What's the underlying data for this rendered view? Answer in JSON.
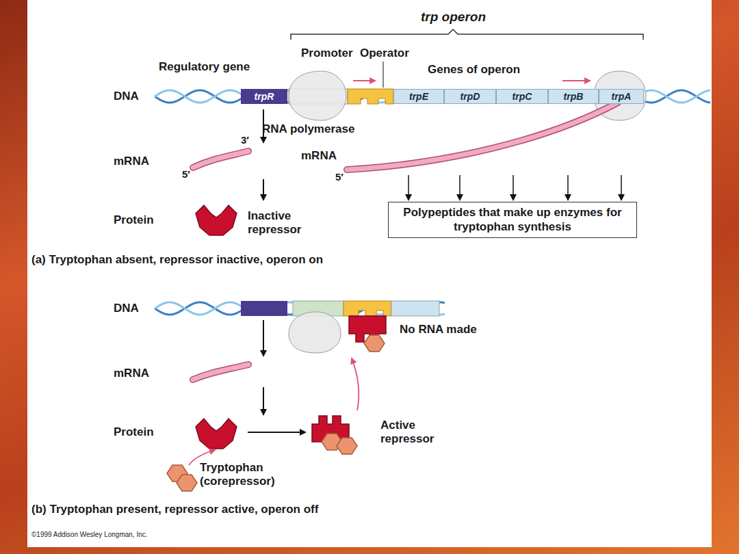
{
  "diagram": {
    "nodes": [
      {
        "text": [
          "trpR"
        ]
      },
      {
        "text": [
          "trpE"
        ]
      },
      {
        "text": [
          "trpD"
        ]
      },
      {
        "text": [
          "trpC"
        ]
      },
      {
        "text": [
          "trpB"
        ]
      },
      {
        "text": [
          "trpA"
        ]
      },
      {
        "text": [
          "Polypeptides that make up enzymes for tryptophan synthesis"
        ]
      }
    ],
    "labels": [
      "trp operon",
      "Regulatory gene",
      "Promoter",
      "Operator",
      "Genes of operon",
      "DNA",
      "RNA polymerase",
      "mRNA",
      "3′",
      "5′",
      "mRNA",
      "5′",
      "Protein",
      "Inactive repressor",
      "(a) Tryptophan absent, repressor inactive, operon on",
      "DNA",
      "No RNA made",
      "mRNA",
      "Protein",
      "Active repressor",
      "Tryptophan (corepressor)",
      "(b) Tryptophan present, repressor active, operon off",
      "©1999 Addison Wesley Longman, Inc."
    ]
  }
}
